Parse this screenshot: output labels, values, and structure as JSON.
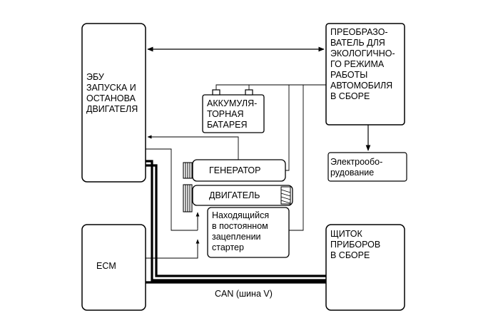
{
  "blocks": {
    "ecu_start_stop": "ЭБУ\nЗАПУСКА И\nОСТАНОВА\nДВИГАТЕЛЯ",
    "converter": "ПРЕОБРАЗО-\nВАТЕЛЬ ДЛЯ\nЭКОЛОГИЧНО-\nГО РЕЖИМА\nРАБОТЫ\nАВТОМОБИЛЯ\nВ СБОРЕ",
    "battery": "АККУМУЛЯ-\nТОРНАЯ\nБАТАРЕЯ",
    "generator": "ГЕНЕРАТОР",
    "engine": "ДВИГАТЕЛЬ",
    "starter": "Находящийся\nв постоянном\nзацеплении\nстартер",
    "electrical_equipment": "Электрообо-\nрудование",
    "ecm": "ECM",
    "instrument_cluster": "ЩИТОК\nПРИБОРОВ\nВ СБОРЕ"
  },
  "bus_label": "CAN (шина V)"
}
